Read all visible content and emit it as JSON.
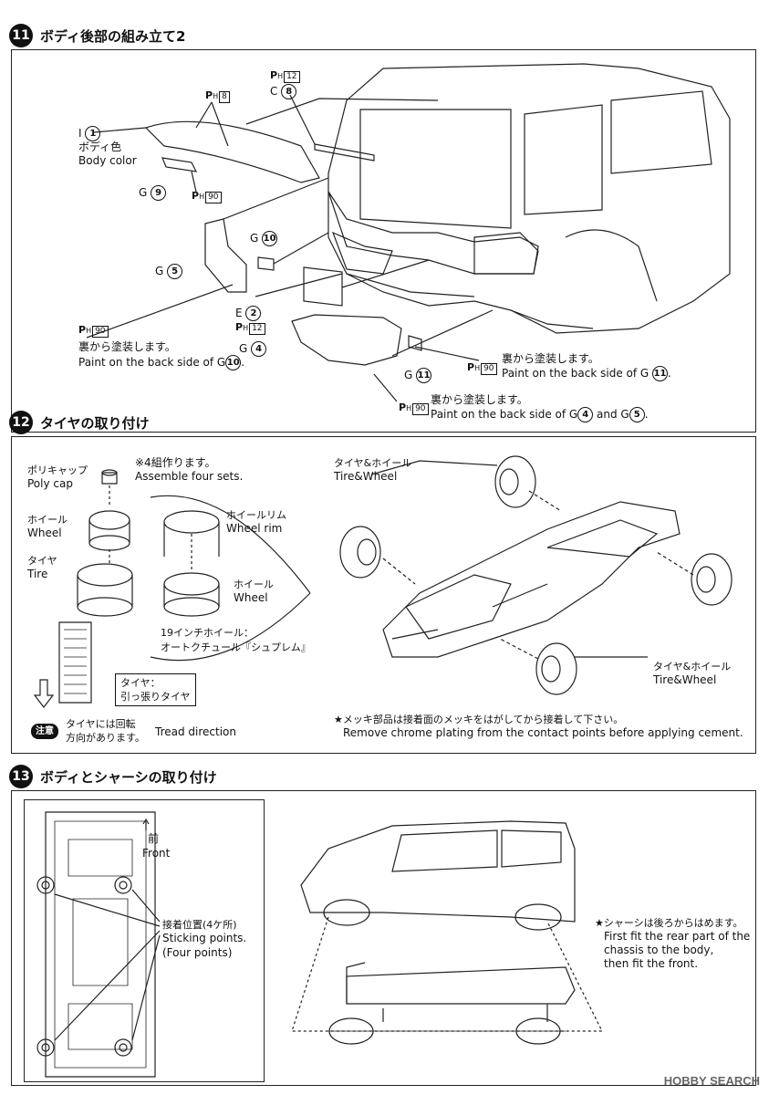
{
  "step11": {
    "num": "11",
    "title": "ボディ後部の組み立て2",
    "labels": {
      "ph12_c8_code": "C",
      "ph12_c8_num": "8",
      "ph8": "8",
      "ph12": "12",
      "ph90": "90",
      "i1_code": "I",
      "i1_num": "1",
      "body_color_jp": "ボディ色",
      "body_color_en": "Body color",
      "g9_code": "G",
      "g9_num": "9",
      "g10_code": "G",
      "g10_num": "10",
      "g5_code": "G",
      "g5_num": "5",
      "e2_code": "E",
      "e2_num": "2",
      "g4_code": "G",
      "g4_num": "4",
      "g11_code": "G",
      "g11_num": "11",
      "ph_letter": "P",
      "ph_sub": "H",
      "back_paint_jp": "裏から塗装します。",
      "back_paint_g10_en": "Paint on the back side of G",
      "back_paint_g10_num": "10",
      "back_paint_g11_en": "Paint on the back side of G",
      "back_paint_g11_num": "11",
      "back_paint_g45_en_a": "Paint on the back side of  G",
      "back_paint_g45_num_a": "4",
      "back_paint_g45_en_b": " and G",
      "back_paint_g45_num_b": "5",
      "period": "."
    }
  },
  "step12": {
    "num": "12",
    "title": "タイヤの取り付け",
    "labels": {
      "assemble_jp": "※4組作ります。",
      "assemble_en": "Assemble four sets.",
      "polycap_jp": "ポリキャップ",
      "polycap_en": "Poly cap",
      "wheel_jp": "ホイール",
      "wheel_en": "Wheel",
      "tire_jp": "タイヤ",
      "tire_en": "Tire",
      "rim_jp": "ホイールリム",
      "rim_en": "Wheel rim",
      "wheel2_jp": "ホイール",
      "wheel2_en": "Wheel",
      "wheel_name_1": "19インチホイール：",
      "wheel_name_2": "オートクチュール『シュプレム』",
      "tire_type_1": "タイヤ：",
      "tire_type_2": "引っ張りタイヤ",
      "chui": "注意",
      "tread_jp_1": "タイヤには回転",
      "tread_jp_2": "方向があります。",
      "tread_en": "Tread direction",
      "tw_top_jp": "タイヤ&ホイール",
      "tw_top_en": "Tire&Wheel",
      "tw_bot_jp": "タイヤ&ホイール",
      "tw_bot_en": "Tire&Wheel",
      "chrome_jp": "★メッキ部品は接着面のメッキをはがしてから接着して下さい。",
      "chrome_en": "Remove chrome plating from the contact points before applying cement."
    }
  },
  "step13": {
    "num": "13",
    "title": "ボディとシャーシの取り付け",
    "labels": {
      "front_jp": "前",
      "front_en": "Front",
      "stick_jp": "接着位置(4ケ所)",
      "stick_en_1": "Sticking points.",
      "stick_en_2": "(Four points)",
      "fit_jp": "★シャーシは後ろからはめます。",
      "fit_en_1": "First fit the rear part of the",
      "fit_en_2": "chassis to the body,",
      "fit_en_3": "then fit the front."
    }
  },
  "footer": {
    "logo": "HOBBY SEARCH"
  }
}
